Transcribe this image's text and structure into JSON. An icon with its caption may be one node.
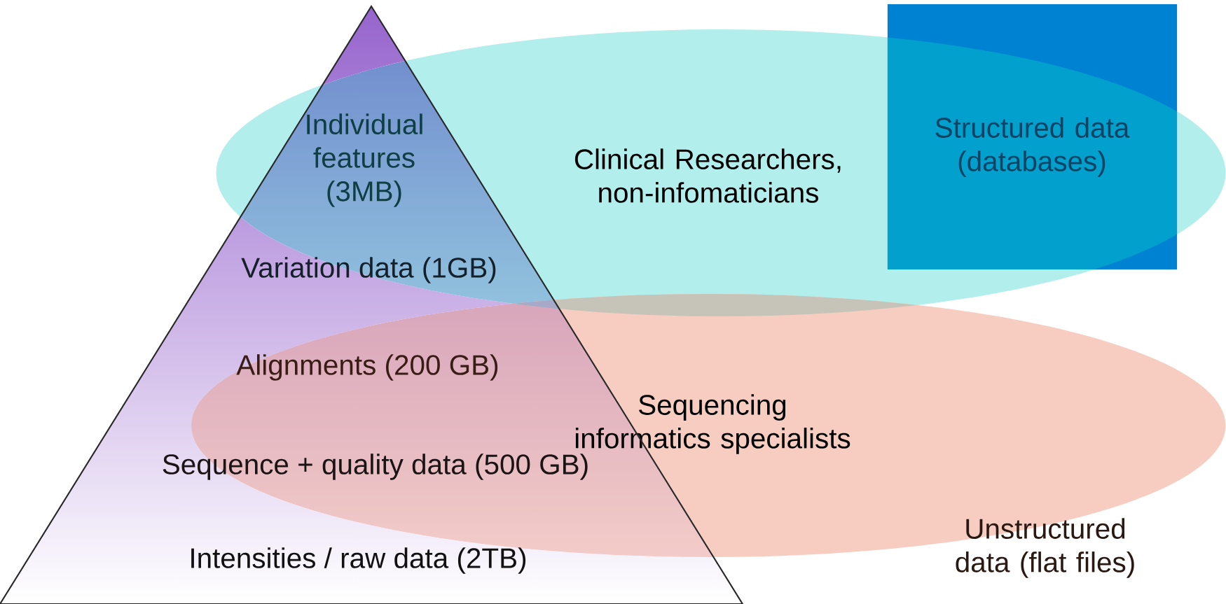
{
  "diagram": {
    "nodes": [
      {
        "text": [],
        "shape": "triangle"
      },
      {
        "text": [
          "Clinical Researchers, non-infomaticians"
        ]
      },
      {
        "text": [
          "Structured data (databases)"
        ]
      },
      {
        "text": [
          "Sequencing informatics specialists"
        ]
      }
    ],
    "labels": [
      "Individual features (3MB)",
      "Variation data (1GB)",
      "Alignments (200 GB)",
      "Sequence + quality data (500 GB)",
      "Intensities / raw data (2TB)",
      "Unstructured data (flat files)"
    ]
  }
}
